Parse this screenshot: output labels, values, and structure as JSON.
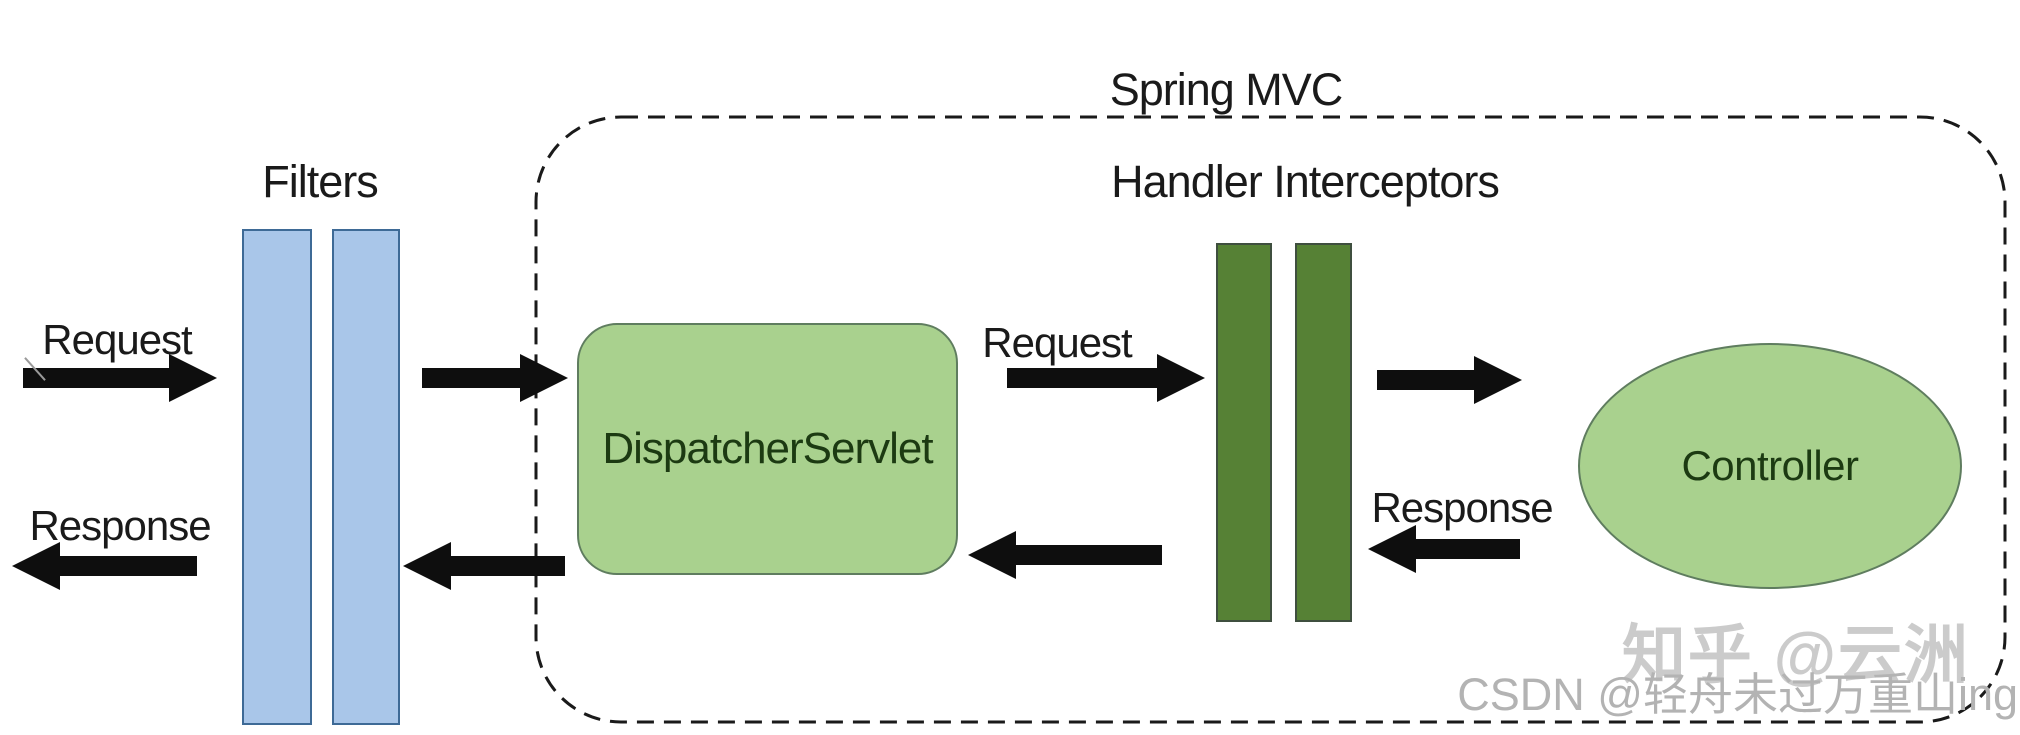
{
  "diagram": {
    "title": "Spring MVC",
    "outside": {
      "filters_label": "Filters"
    },
    "inside": {
      "handler_interceptors_label": "Handler Interceptors"
    },
    "nodes": {
      "dispatcher_servlet": "DispatcherServlet",
      "controller": "Controller"
    },
    "flow_labels": {
      "request_client": "Request",
      "response_client": "Response",
      "request_internal": "Request",
      "response_internal": "Response"
    },
    "colors": {
      "filter_bar_fill": "#a9c6e9",
      "filter_bar_border": "#3e6a96",
      "interceptor_bar_fill": "#568135",
      "interceptor_bar_border": "#3f4f3f",
      "node_fill": "#a9d18e",
      "node_border": "#5f7d5f",
      "node_text": "#1c3a12",
      "arrow_color": "#0e0e0e",
      "boundary_color": "#1a1a1a"
    }
  },
  "watermarks": {
    "zhihu": "知乎 @云洲",
    "csdn": "CSDN @轻舟未过万重山ing"
  }
}
